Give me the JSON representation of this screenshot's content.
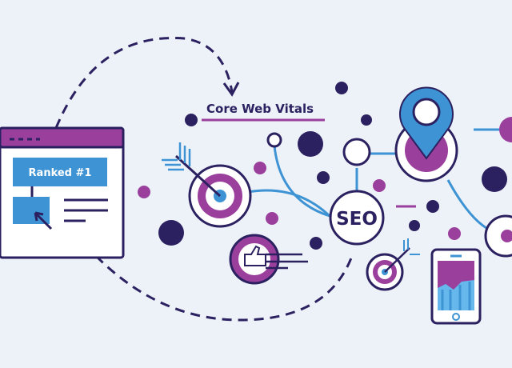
{
  "title": "Core Web Vitals",
  "browser_card": {
    "badge": "Ranked #1"
  },
  "hub": {
    "label": "SEO"
  },
  "colors": {
    "background": "#edf2f9",
    "navy": "#2b2160",
    "purple": "#9a3f9c",
    "blue": "#3d93d3",
    "light_blue": "#66b8ec"
  }
}
